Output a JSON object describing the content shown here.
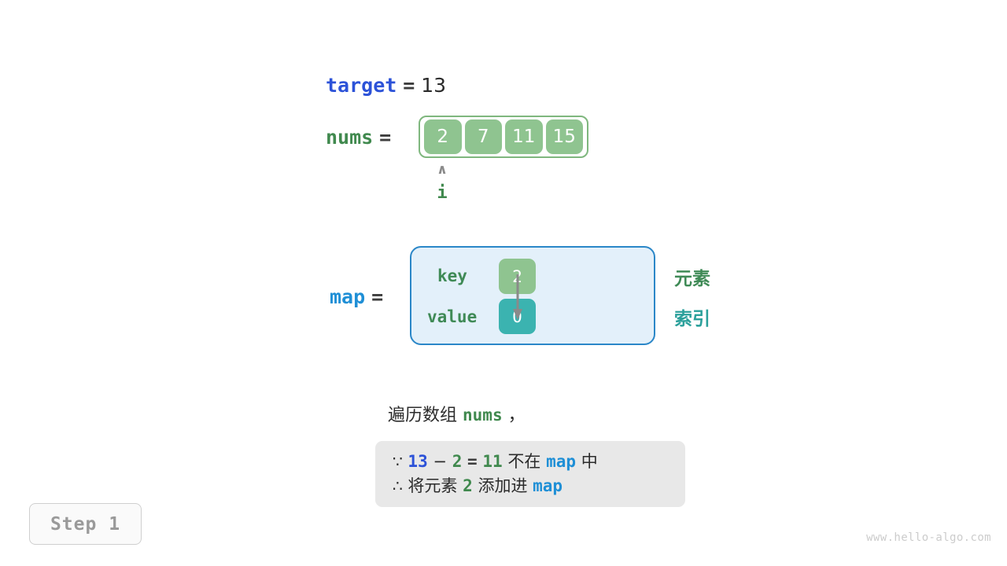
{
  "watermark": "www.hello-algo.com",
  "step_badge": {
    "label": "Step 1"
  },
  "target": {
    "name": "target",
    "equals": "=",
    "value": "13"
  },
  "nums": {
    "name": "nums",
    "equals": "=",
    "cells": [
      "2",
      "7",
      "11",
      "15"
    ],
    "pointer": {
      "caret": "∧",
      "name": "i",
      "index": 0
    }
  },
  "map": {
    "name": "map",
    "equals": "=",
    "row_labels": {
      "key": "key",
      "value": "value"
    },
    "entries": [
      {
        "key": "2",
        "value": "0"
      }
    ],
    "side_labels": {
      "element": "元素",
      "index": "索引"
    }
  },
  "description": {
    "line": {
      "prefix": "遍历数组",
      "var": "nums",
      "suffix": "，"
    },
    "box": {
      "line1": {
        "symbol": "∵",
        "a": "13",
        "minus": "−",
        "b": "2",
        "eq": "=",
        "result": "11",
        "text_mid": "不在",
        "var": "map",
        "text_end": "中"
      },
      "line2": {
        "symbol": "∴",
        "text_start": "将元素",
        "num": "2",
        "text_mid": "添加进",
        "var": "map"
      }
    }
  },
  "colors": {
    "blue_dark": "#2c52d8",
    "blue_light": "#1f8fd6",
    "green": "#40894e",
    "cell_green": "#8fc490",
    "teal": "#3bb3b0",
    "map_bg": "#e3f0fa",
    "map_border": "#2b87c8",
    "desc_bg": "#e8e8e8"
  }
}
